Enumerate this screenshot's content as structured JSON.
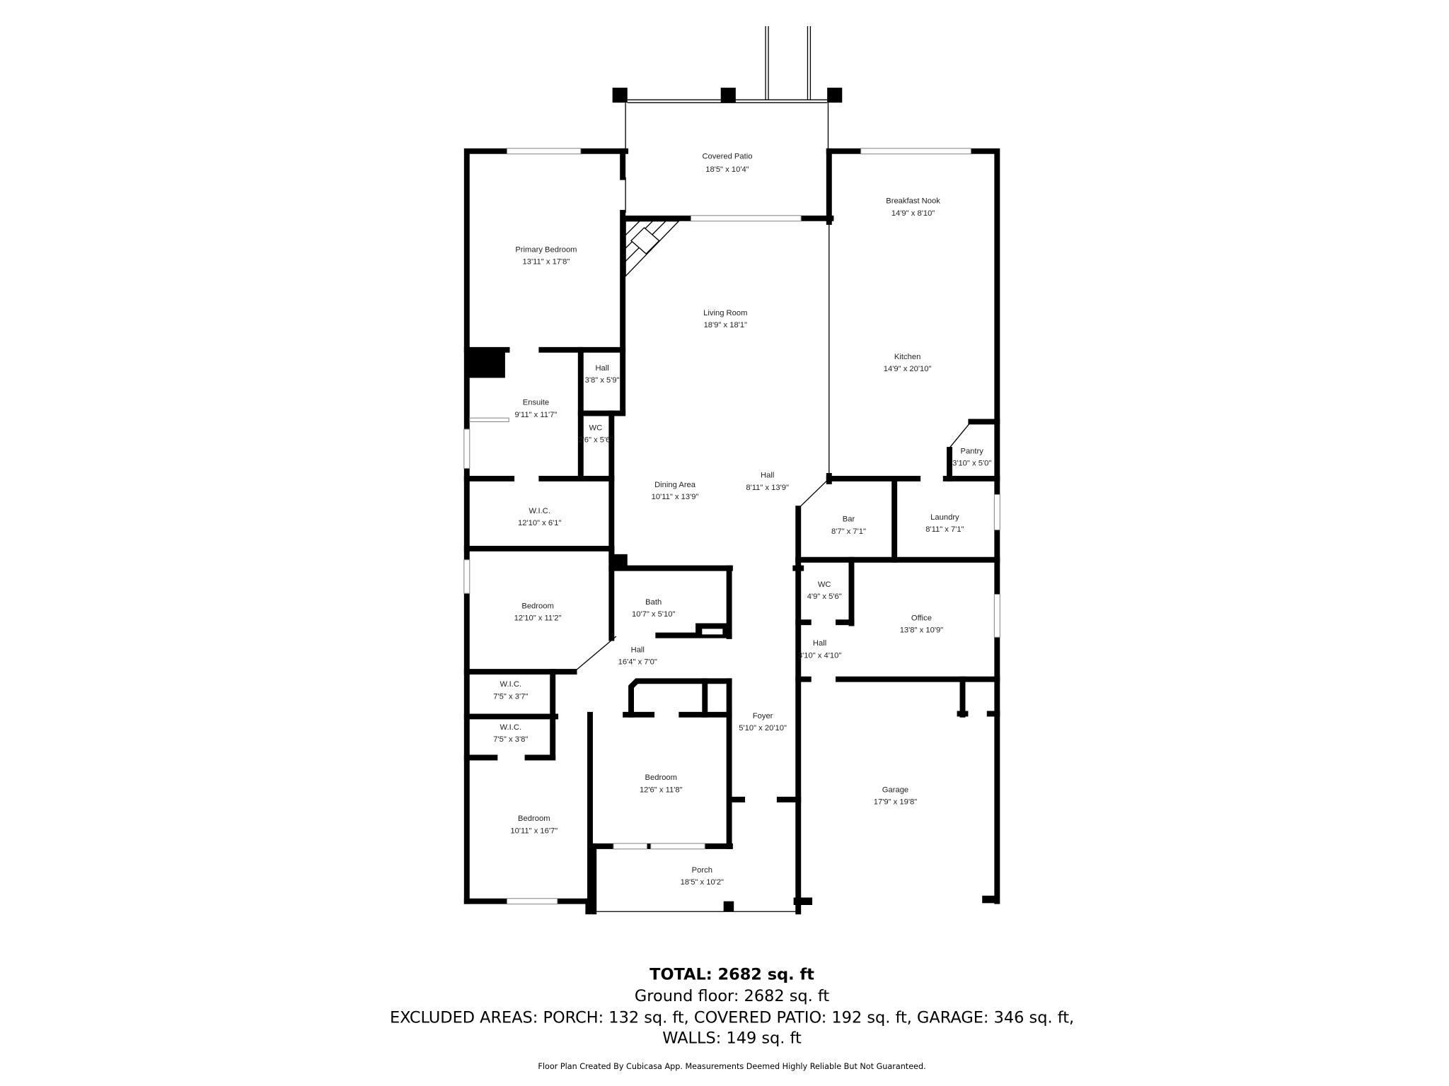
{
  "rooms": [
    {
      "name": "Covered Patio",
      "dims": "18'5\" x 10'4\""
    },
    {
      "name": "Breakfast Nook",
      "dims": "14'9\" x 8'10\""
    },
    {
      "name": "Primary Bedroom",
      "dims": "13'11\" x 17'8\""
    },
    {
      "name": "Living Room",
      "dims": "18'9\" x 18'1\""
    },
    {
      "name": "Kitchen",
      "dims": "14'9\" x 20'10\""
    },
    {
      "name": "Hall",
      "dims": "3'8\" x 5'9\""
    },
    {
      "name": "Ensuite",
      "dims": "9'11\" x 11'7\""
    },
    {
      "name": "WC",
      "dims": "2'6\" x 5'6\""
    },
    {
      "name": "Pantry",
      "dims": "3'10\" x 5'0\""
    },
    {
      "name": "Dining Area",
      "dims": "10'11\" x 13'9\""
    },
    {
      "name": "Hall",
      "dims": "8'11\" x 13'9\""
    },
    {
      "name": "W.I.C.",
      "dims": "12'10\" x 6'1\""
    },
    {
      "name": "Bar",
      "dims": "8'7\" x 7'1\""
    },
    {
      "name": "Laundry",
      "dims": "8'11\" x 7'1\""
    },
    {
      "name": "Bedroom",
      "dims": "12'10\" x 11'2\""
    },
    {
      "name": "Bath",
      "dims": "10'7\" x 5'10\""
    },
    {
      "name": "WC",
      "dims": "4'9\" x 5'6\""
    },
    {
      "name": "Office",
      "dims": "13'8\" x 10'9\""
    },
    {
      "name": "Hall",
      "dims": "16'4\" x 7'0\""
    },
    {
      "name": "Hall",
      "dims": "3'10\" x 4'10\""
    },
    {
      "name": "W.I.C.",
      "dims": "7'5\" x 3'7\""
    },
    {
      "name": "Foyer",
      "dims": "5'10\" x 20'10\""
    },
    {
      "name": "W.I.C.",
      "dims": "7'5\" x 3'8\""
    },
    {
      "name": "Bedroom",
      "dims": "12'6\" x 11'8\""
    },
    {
      "name": "Garage",
      "dims": "17'9\" x 19'8\""
    },
    {
      "name": "Bedroom",
      "dims": "10'11\" x 16'7\""
    },
    {
      "name": "Porch",
      "dims": "18'5\" x 10'2\""
    }
  ],
  "summary": {
    "total": "TOTAL: 2682 sq. ft",
    "ground_floor": "Ground floor: 2682 sq. ft",
    "excluded_line1": "EXCLUDED AREAS: PORCH: 132 sq. ft, COVERED PATIO: 192 sq. ft, GARAGE: 346 sq. ft,",
    "excluded_line2": "WALLS: 149 sq. ft"
  },
  "disclaimer": "Floor Plan Created By Cubicasa App. Measurements Deemed Highly Reliable But Not Guaranteed.",
  "colors": {
    "walls": "#000000",
    "background": "#ffffff",
    "windows": "#888888"
  }
}
